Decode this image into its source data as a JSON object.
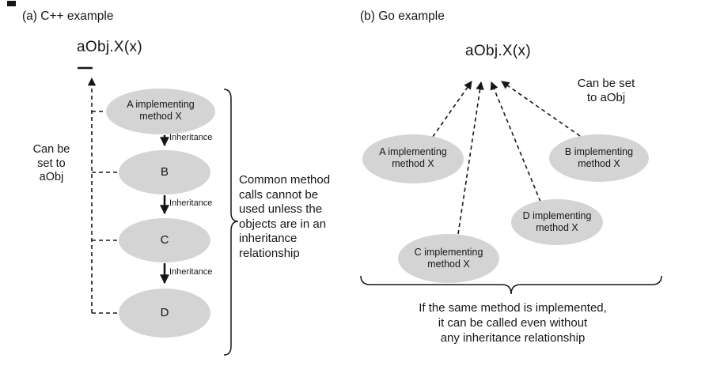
{
  "colors": {
    "ellipse_fill": "#d4d4d4",
    "line": "#161616",
    "text": "#161616",
    "background": "#ffffff"
  },
  "panel_a": {
    "title": "(a) C++ example",
    "call": "aObj.X(x)",
    "can_be_set": [
      "Can be",
      "set to",
      "aObj"
    ],
    "inheritance_label": "Inheritance",
    "nodes": [
      {
        "label": [
          "A implementing",
          "method X"
        ]
      },
      {
        "label": [
          "B"
        ]
      },
      {
        "label": [
          "C"
        ]
      },
      {
        "label": [
          "D"
        ]
      }
    ],
    "note": [
      "Common method",
      "calls cannot be",
      "used unless the",
      "objects are in an",
      "inheritance",
      "relationship"
    ]
  },
  "panel_b": {
    "title": "(b) Go example",
    "call": "aObj.X(x)",
    "can_be_set": [
      "Can be set",
      "to aObj"
    ],
    "nodes": [
      {
        "label": [
          "A implementing",
          "method X"
        ]
      },
      {
        "label": [
          "B implementing",
          "method X"
        ]
      },
      {
        "label": [
          "C implementing",
          "method X"
        ]
      },
      {
        "label": [
          "D implementing",
          "method X"
        ]
      }
    ],
    "note": [
      "If the same method is implemented,",
      "it can be called even without",
      "any inheritance relationship"
    ]
  }
}
